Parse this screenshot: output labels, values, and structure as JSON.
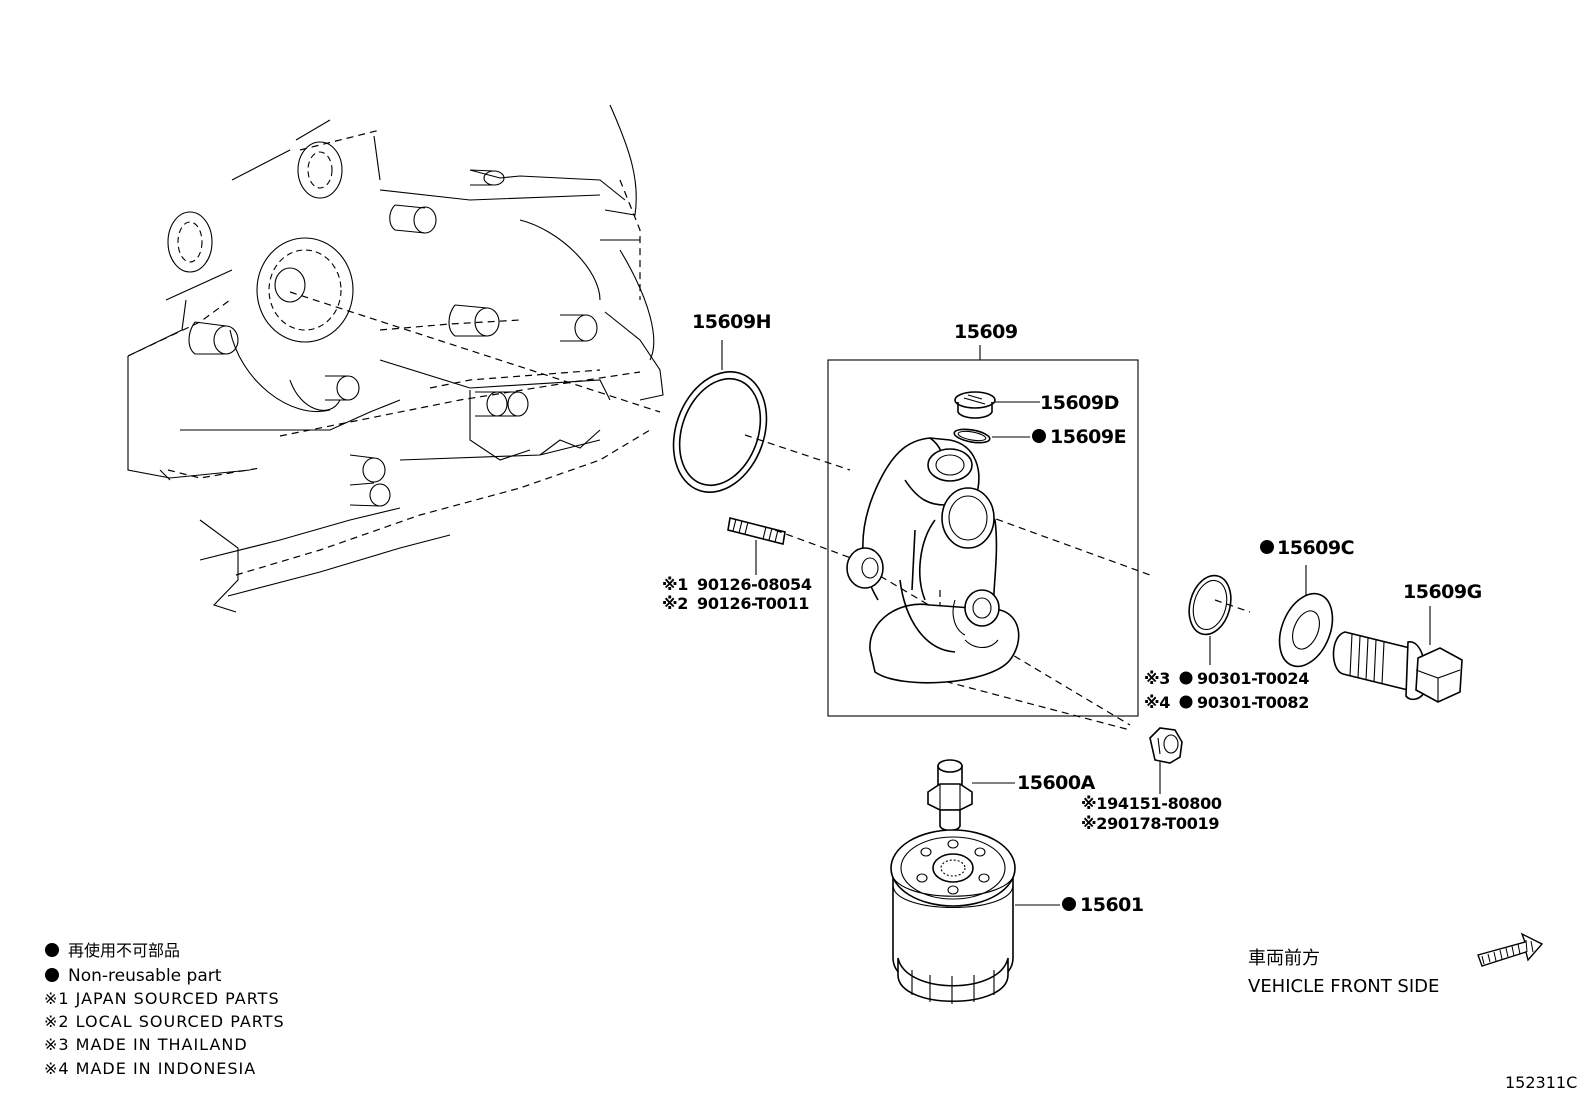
{
  "parts": {
    "p15609H": "15609H",
    "p15609": "15609",
    "p15609D": "15609D",
    "p15609E": "15609E",
    "p15609C": "15609C",
    "p15609G": "15609G",
    "p15600A": "15600A",
    "p15601": "15601",
    "stud_1_mark": "※1",
    "stud_1": "90126-08054",
    "stud_2_mark": "※2",
    "stud_2": "90126-T0011",
    "oring_3_mark": "※3",
    "oring_3": "90301-T0024",
    "oring_4_mark": "※4",
    "oring_4": "90301-T0082",
    "nut_1": "※194151-80800",
    "nut_2": "※290178-T0019"
  },
  "legend": {
    "jp_nonreusable": "再使用不可部品",
    "nonreusable": "Non-reusable part",
    "note1": "※1  JAPAN SOURCED PARTS",
    "note2": "※2  LOCAL SOURCED PARTS",
    "note3": "※3   MADE IN THAILAND",
    "note4": "※4   MADE IN INDONESIA"
  },
  "front": {
    "jp": "車両前方",
    "en": "VEHICLE FRONT SIDE"
  },
  "figure_id": "152311C",
  "icons": {
    "non_reusable_marker": "filled-circle",
    "front_direction": "hatched-arrow"
  }
}
